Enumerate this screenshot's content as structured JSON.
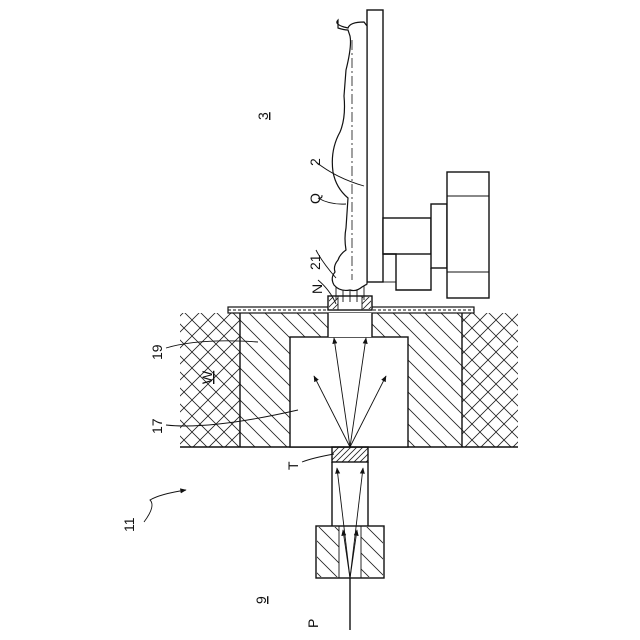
{
  "figure": {
    "labels": {
      "ref_11": "11",
      "ref_9": "9",
      "ref_P": "P",
      "ref_T": "T",
      "ref_17": "17",
      "ref_W": "W",
      "ref_19": "19",
      "ref_N": "N",
      "ref_21": "21",
      "ref_Q": "Q",
      "ref_2": "2",
      "ref_3": "3"
    }
  }
}
